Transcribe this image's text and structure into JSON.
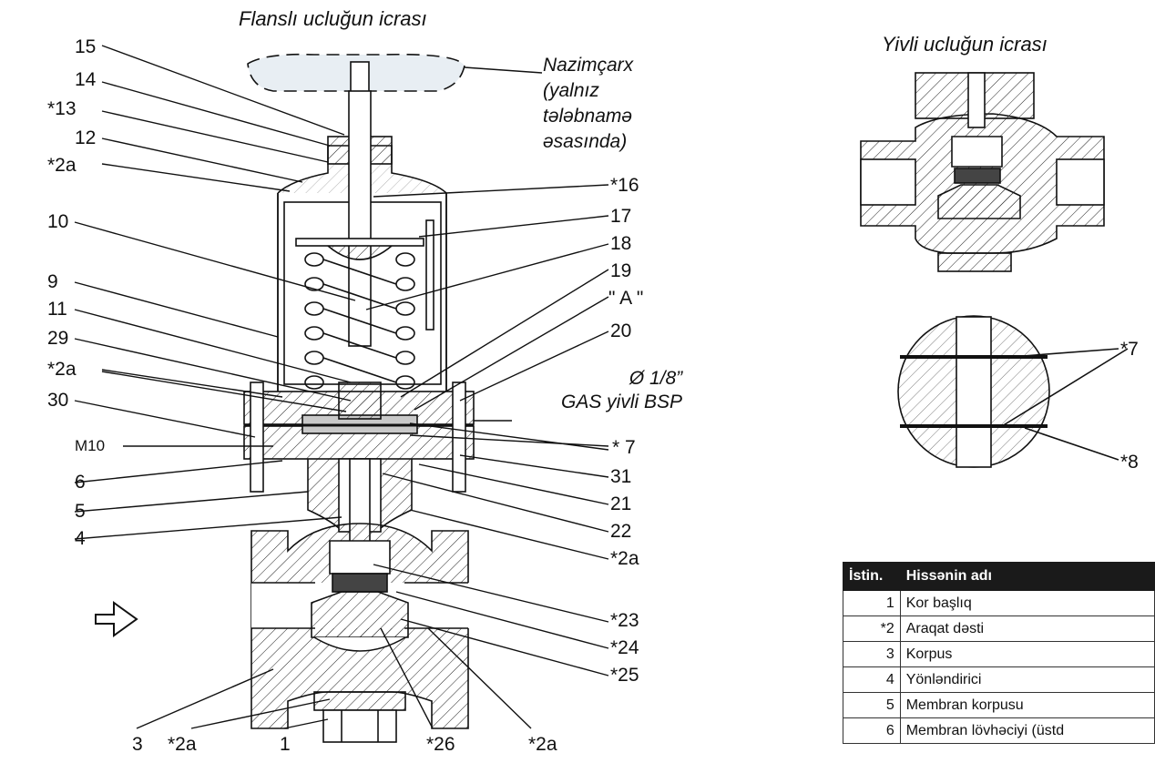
{
  "captions": {
    "flanged": "Flanslı ucluğun icrası",
    "threaded": "Yivli ucluğun icrası"
  },
  "handwheel_note": [
    "Nazimçarx",
    "(yalnız",
    "tələbnamə",
    "əsasında)"
  ],
  "gas_note": [
    "Ø 1/8”",
    "GAS yivli BSP"
  ],
  "labels_left": [
    "15",
    "14",
    "*13",
    "12",
    "*2a",
    "10",
    "9",
    "11",
    "29",
    "*2a",
    "30",
    "M10",
    "6",
    "5",
    "4"
  ],
  "labels_right": [
    "*16",
    "17",
    "18",
    "19",
    "\" A \"",
    "20",
    "* 7",
    "31",
    "21",
    "22",
    "*2a",
    "*23",
    "*24",
    "*25"
  ],
  "labels_bottom": [
    "3",
    "*2a",
    "1",
    "*26",
    "*2a"
  ],
  "detail_labels": [
    "*7",
    "*8"
  ],
  "parts_table": {
    "headers": [
      "İstin.",
      "Hissənin adı"
    ],
    "rows": [
      {
        "no": "1",
        "name": "Kor başlıq"
      },
      {
        "no": "*2",
        "name": "Araqat dəsti"
      },
      {
        "no": "3",
        "name": "Korpus"
      },
      {
        "no": "4",
        "name": "Yönləndirici"
      },
      {
        "no": "5",
        "name": "Membran korpusu"
      },
      {
        "no": "6",
        "name": "Membran lövhəciyi (üstd"
      }
    ]
  },
  "colors": {
    "line": "#111111",
    "table_header": "#1a1a1a"
  }
}
